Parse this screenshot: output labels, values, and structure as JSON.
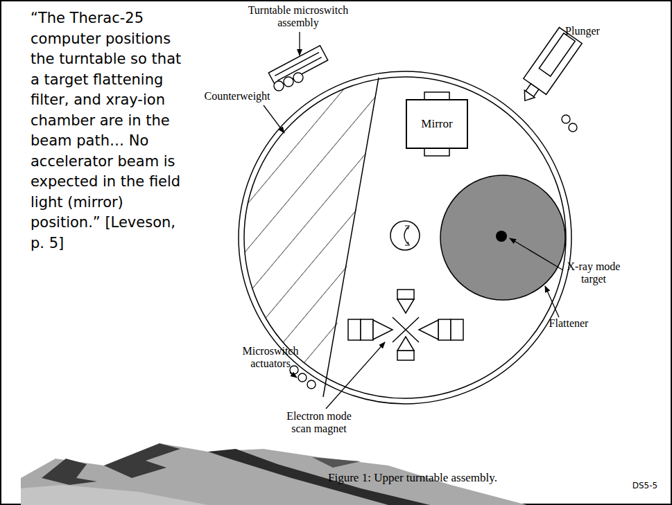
{
  "diagram": {
    "caption": "Figure 1: Upper turntable assembly.",
    "nodes": [
      {
        "text": [
          "Mirror"
        ]
      }
    ],
    "labels": [
      "“The Therac-25 computer positions the turntable so that a target flattening filter, and xray-ion chamber are in the beam path… No accelerator beam is expected in the field light (mirror) position.” [Leveson, p. 5]",
      "Turntable microswitch assembly",
      "Plunger",
      "Counterweight",
      "X-ray mode target",
      "Flattener",
      "Microswitch actuators",
      "Electron mode scan magnet",
      "DS5-5"
    ]
  }
}
